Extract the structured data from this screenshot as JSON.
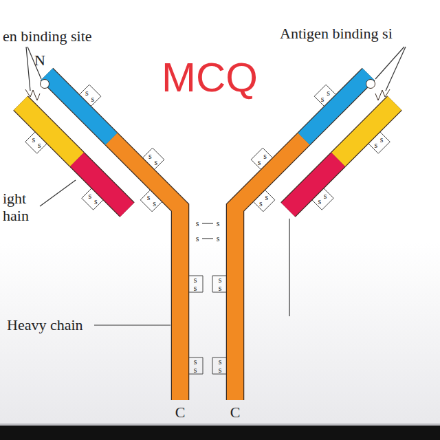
{
  "diagram": {
    "labels": [
      "en binding site",
      "Antigen binding si",
      "MCQ",
      "N",
      "ight hain",
      "Heavy chain",
      "C",
      "C",
      "s",
      "s",
      "s",
      "s",
      "s",
      "s",
      "s",
      "s",
      "s",
      "s",
      "s",
      "s",
      "s",
      "s",
      "s",
      "s",
      "s",
      "s",
      "s",
      "s",
      "s",
      "s",
      "s",
      "s",
      "s",
      "s",
      "s",
      "s",
      "s",
      "s",
      "s",
      "s"
    ]
  }
}
